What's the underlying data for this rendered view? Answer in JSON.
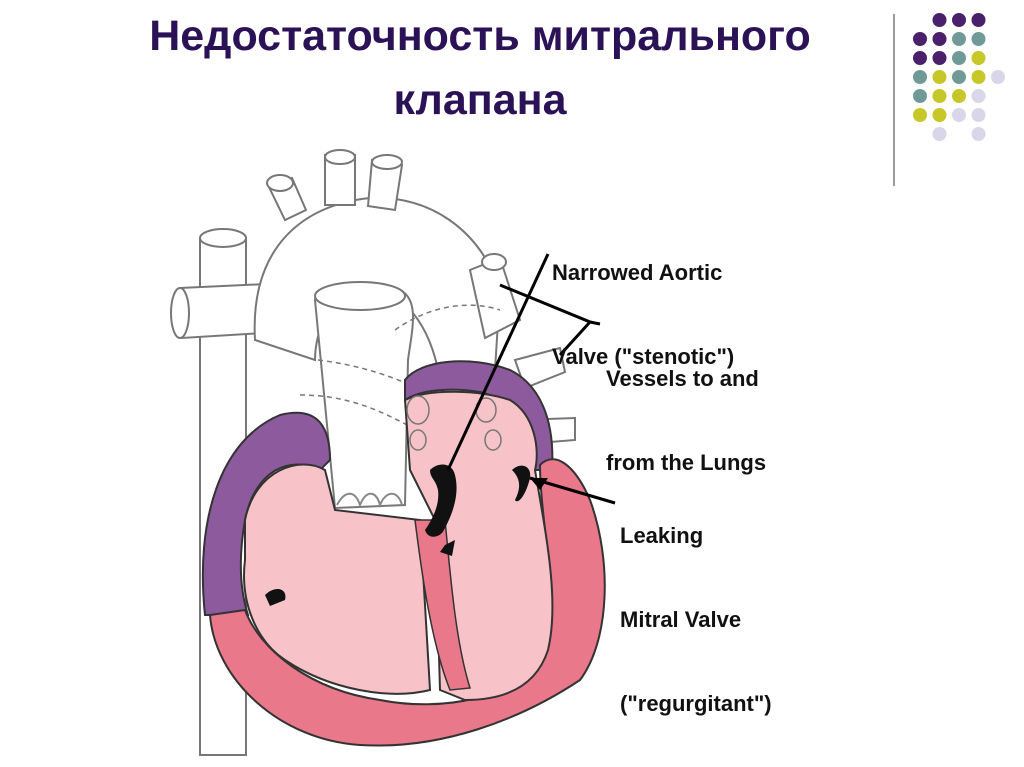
{
  "slide": {
    "title_line1": "Недостаточность митрального",
    "title_line2": "клапана"
  },
  "labels": {
    "aortic_line1": "Narrowed Aortic",
    "aortic_line2": "Valve (\"stenotic\")",
    "vessels_line1": "Vessels to and",
    "vessels_line2": "from the Lungs",
    "mitral_line1": "Leaking",
    "mitral_line2": "Mitral Valve",
    "mitral_line3": "(\"regurgitant\")"
  },
  "colors": {
    "title": "#2b1257",
    "myocardium_purple": "#8e5a9e",
    "muscle_pink": "#e8788a",
    "chamber_pink": "#f7c3c8",
    "dot_purple": "#4a1f6b",
    "dot_teal": "#6f9a98",
    "dot_yellow": "#c7c72a",
    "dot_lavender": "#d9d6ea"
  }
}
